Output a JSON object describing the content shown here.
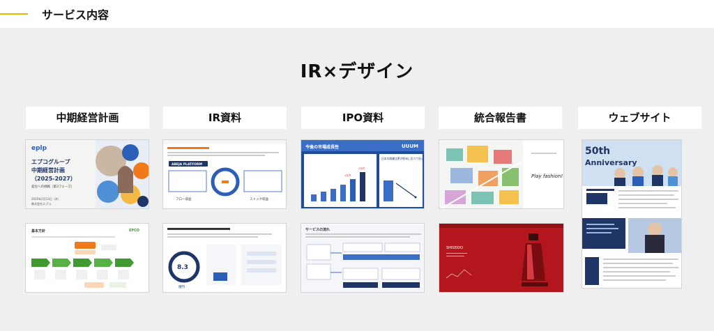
{
  "header": {
    "title": "サービス内容"
  },
  "section": {
    "heading": "IR×デザイン"
  },
  "categories": [
    {
      "label": "中期経営計画"
    },
    {
      "label": "IR資料"
    },
    {
      "label": "IPO資料"
    },
    {
      "label": "統合報告書"
    },
    {
      "label": "ウェブサイト"
    }
  ],
  "thumbs": {
    "plan1": {
      "brand": "eplp",
      "title1": "エプコグループ",
      "title2": "中期経営計画",
      "title3": "（2025-2027）",
      "sub": "変化への挑戦（第3フェーズ）",
      "date": "2025年2月13日（木）",
      "company": "株式会社エプコ"
    },
    "plan2": {
      "heading": "基本方針",
      "brand": "EPCO"
    },
    "ir1": {
      "badge": "ABEJA PLATFORM",
      "left_label": "フロー収益",
      "right_label": "ストック収益"
    },
    "ir2": {
      "kpi1": "8.3",
      "unit": "億円"
    },
    "ipo1": {
      "title_left": "今後の市場成長性",
      "title_right": "日本の創業比率が欧米に比べて低い",
      "brand": "UUUM",
      "bar_labels": [
        "1兆円",
        "2兆円"
      ]
    },
    "ipo2": {
      "title": "サービスの流れ"
    },
    "report1": {
      "logo": "Play fashion!"
    },
    "report2": {
      "brand": "SHISEIDO"
    },
    "web": {
      "title1": "50th",
      "title2": "Anniversary"
    }
  },
  "colors": {
    "accent": "#e8b400",
    "orange": "#f07a1a",
    "navy": "#1f3566",
    "blue": "#2b5eb7",
    "red": "#b3161d",
    "green": "#3f9a2f"
  }
}
